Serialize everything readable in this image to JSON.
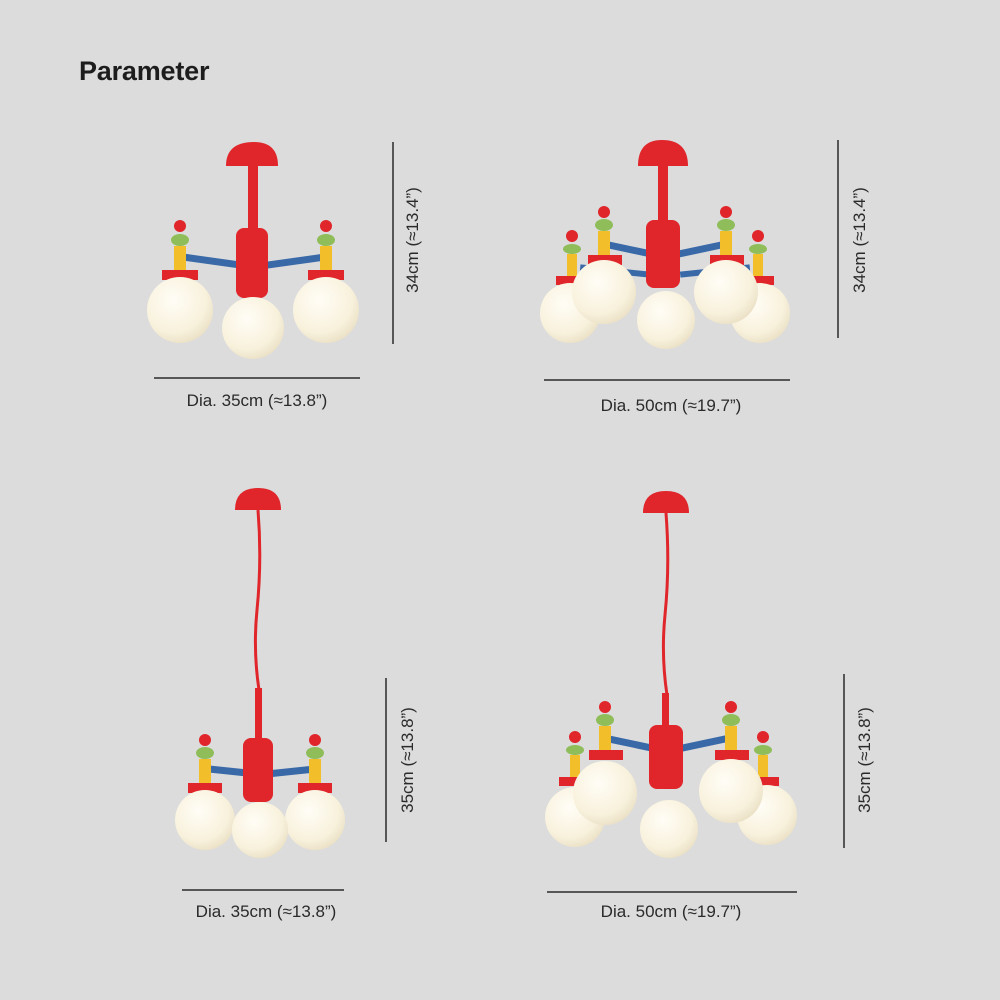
{
  "page": {
    "title": "Parameter"
  },
  "colors": {
    "background": "#dcdcdc",
    "frame_red": "#e0262b",
    "arm_blue": "#3a69a8",
    "accent_yellow": "#f2bf2a",
    "accent_green": "#8fbd5a",
    "globe": "#fbf6e8",
    "dimension_line": "#2b2b2b"
  },
  "products": [
    {
      "name": "3-light semi-flush",
      "diameter": "Dia. 35cm (≈13.8”)",
      "height": "34cm (≈13.4”)"
    },
    {
      "name": "5-light semi-flush",
      "diameter": "Dia. 50cm (≈19.7”)",
      "height": "34cm (≈13.4”)"
    },
    {
      "name": "3-light pendant",
      "diameter": "Dia. 35cm (≈13.8”)",
      "height": "35cm (≈13.8”)"
    },
    {
      "name": "5-light pendant",
      "diameter": "Dia. 50cm (≈19.7”)",
      "height": "35cm (≈13.8”)"
    }
  ]
}
